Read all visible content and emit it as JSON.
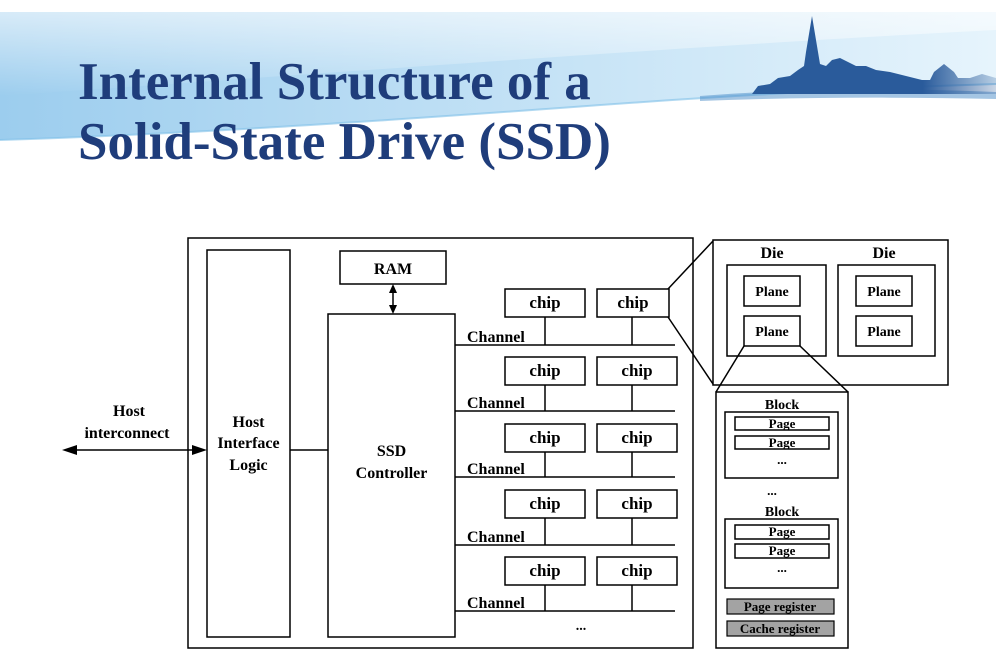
{
  "slide": {
    "title": [
      "Internal Structure of a",
      "Solid-State Drive (SSD)"
    ]
  },
  "diagram": {
    "host_interconnect": [
      "Host",
      "interconnect"
    ],
    "host_interface_logic": [
      "Host",
      "Interface",
      "Logic"
    ],
    "ram": "RAM",
    "ssd_controller": [
      "SSD",
      "Controller"
    ],
    "channels": [
      {
        "label": "Channel",
        "chips": [
          "chip",
          "chip"
        ]
      },
      {
        "label": "Channel",
        "chips": [
          "chip",
          "chip"
        ]
      },
      {
        "label": "Channel",
        "chips": [
          "chip",
          "chip"
        ]
      },
      {
        "label": "Channel",
        "chips": [
          "chip",
          "chip"
        ]
      },
      {
        "label": "Channel",
        "chips": [
          "chip",
          "chip"
        ]
      }
    ],
    "more_channels": "...",
    "dies": [
      {
        "label": "Die",
        "planes": [
          "Plane",
          "Plane"
        ]
      },
      {
        "label": "Die",
        "planes": [
          "Plane",
          "Plane"
        ]
      }
    ],
    "blocks": [
      {
        "label": "Block",
        "pages": [
          "Page",
          "Page"
        ],
        "more_pages": "..."
      },
      {
        "label": "Block",
        "pages": [
          "Page",
          "Page"
        ],
        "more_pages": "..."
      }
    ],
    "more_blocks": "...",
    "registers": [
      "Page register",
      "Cache register"
    ]
  },
  "colors": {
    "title": "#1f3d7b",
    "line": "#000000",
    "box_fill": "#ffffff",
    "register_fill": "#a3a3a3",
    "band_start": "#9ccdee",
    "band_end": "#e6f4fc",
    "skyline": "#2a5b9b"
  }
}
